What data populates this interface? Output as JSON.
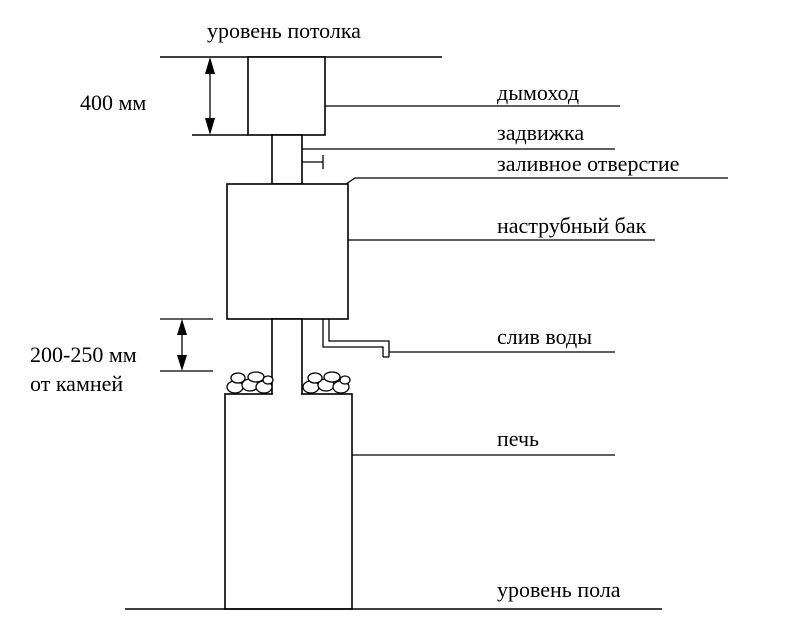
{
  "labels": {
    "ceiling_level": "уровень потолка",
    "ceiling_gap": "400 мм",
    "chimney": "дымоход",
    "damper": "задвижка",
    "fill_hole": "заливное отверстие",
    "tank": "наструбный бак",
    "gap_line1": "200-250 мм",
    "gap_line2": "от камней",
    "drain": "слив воды",
    "stove": "печь",
    "floor_level": "уровень пола"
  },
  "colors": {
    "line": "#000000",
    "background": "#ffffff"
  }
}
